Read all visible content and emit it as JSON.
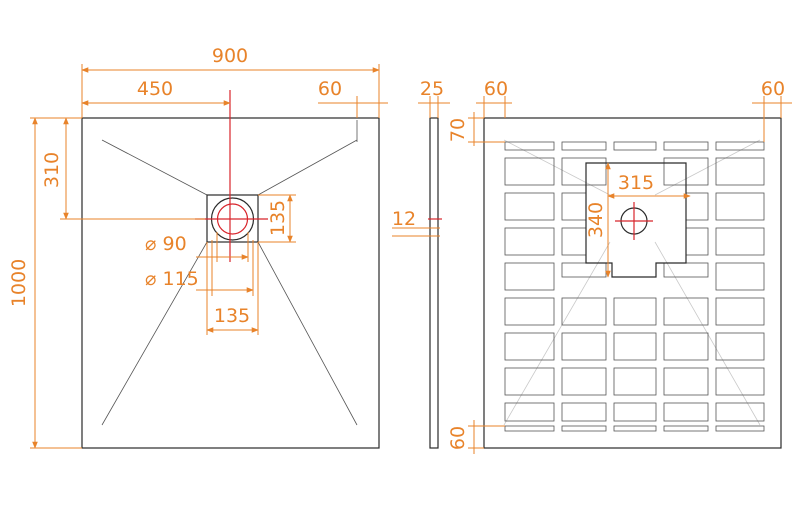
{
  "palette": {
    "dimension": "#e8832a",
    "outline": "#2a2a2a",
    "centerline": "#d8242b"
  },
  "top_view": {
    "width": "900",
    "drain_offset_x": "450",
    "side_slope": "60",
    "length": "1000",
    "drain_offset_y": "310",
    "grate_height": "135",
    "drain_diameter": "⌀ 90",
    "outer_diameter": "⌀ 115",
    "grate_width": "135"
  },
  "side_view": {
    "thickness": "25",
    "edge_height": "12"
  },
  "bottom_view": {
    "left_margin": "60",
    "right_margin": "60",
    "top_margin": "70",
    "bottom_margin": "60",
    "drain_recess_width": "315",
    "drain_recess_height": "340"
  }
}
